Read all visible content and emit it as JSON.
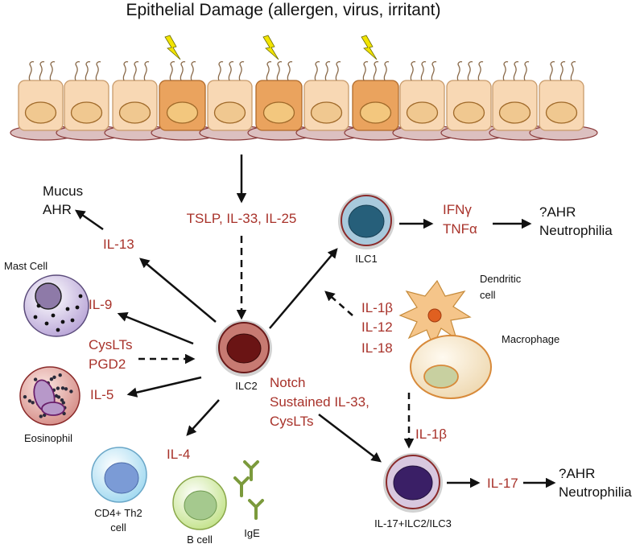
{
  "title": "Epithelial Damage (allergen, virus, irritant)",
  "cytokines": {
    "epithelial": "TSLP, IL-33, IL-25",
    "il13": "IL-13",
    "il9": "IL-9",
    "cyslts": "CysLTs",
    "pgd2": "PGD2",
    "il5": "IL-5",
    "il4": "IL-4",
    "ifng": "IFNγ",
    "tnfa": "TNFα",
    "il1b": "IL-1β",
    "il12": "IL-12",
    "il18": "IL-18",
    "il1b_mac": "IL-1β",
    "il17": "IL-17",
    "notch": "Notch",
    "sustained": "Sustained IL-33,",
    "cyslts2": "CysLTs"
  },
  "outcomes": {
    "mucus": "Mucus",
    "ahr": "AHR",
    "ahr_q1": "?AHR",
    "neutrophilia1": "Neutrophilia",
    "ahr_q2": "?AHR",
    "neutrophilia2": "Neutrophilia"
  },
  "cells": {
    "ilc2": "ILC2",
    "ilc1": "ILC1",
    "mast": "Mast Cell",
    "eosinophil": "Eosinophil",
    "th2_line1": "CD4+ Th2",
    "th2_line2": "cell",
    "bcell": "B cell",
    "ige": "IgE",
    "dendritic_line1": "Dendritic",
    "dendritic_line2": "cell",
    "macrophage": "Macrophage",
    "ilc3": "IL-17+ILC2/ILC3"
  },
  "colors": {
    "cytokine_text": "#a8322a",
    "epithelium_light": "#f8d8b4",
    "epithelium_dark": "#eaa35e",
    "basal": "#dcc0c0",
    "ilc2_outer": "#c77a72",
    "ilc2_inner": "#6a1414",
    "ilc1_outer": "#a8c9dc",
    "ilc1_inner": "#265f7a",
    "ilc3_outer": "#d8c8df",
    "ilc3_inner": "#3a1f66",
    "mast": "#cfc0e3",
    "eosinophil": "#e0a6a1",
    "th2": "#b8e3f4",
    "bcell": "#d4ec9c",
    "dendritic": "#f5c58a",
    "macrophage": "#f3e3c4",
    "ige": "#7b9a3c",
    "lightning": "#f2e400"
  }
}
